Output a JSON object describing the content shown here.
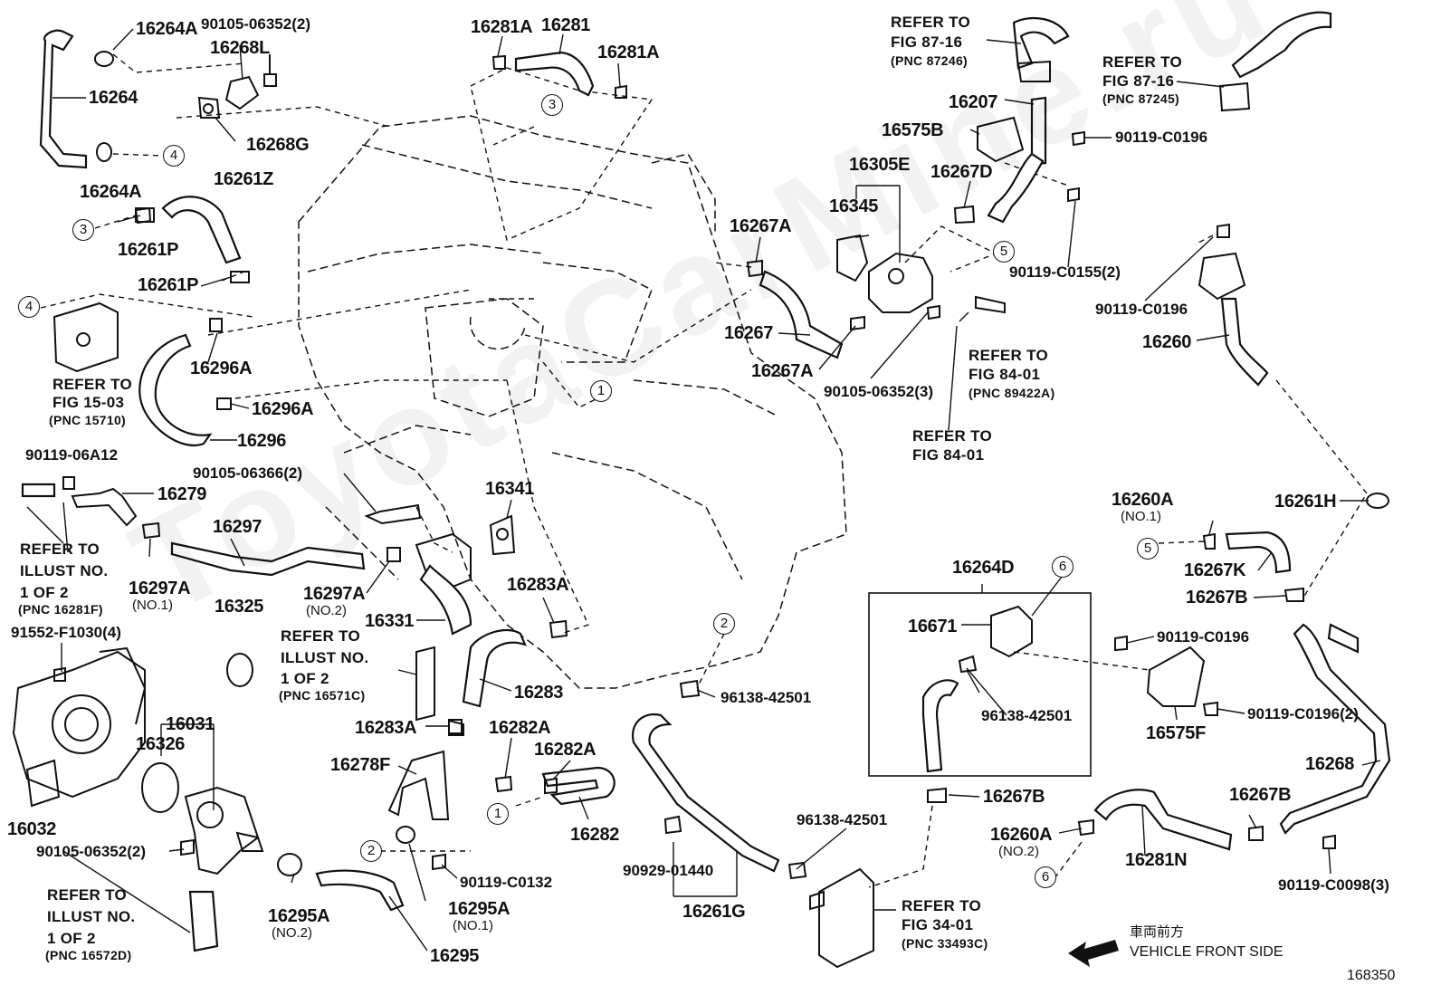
{
  "diagram": {
    "figure_number": "168350",
    "watermark": "ToyotaCarMine.ru"
  },
  "part_labels": {
    "p16264A_top": "16264A",
    "p90105_06352_2_top": "90105-06352(2)",
    "p16268L": "16268L",
    "p16264": "16264",
    "p16268G": "16268G",
    "p16264A_mid": "16264A",
    "p16261Z": "16261Z",
    "p16261P_a": "16261P",
    "p16261P_b": "16261P",
    "p16296A_a": "16296A",
    "p16296A_b": "16296A",
    "p16296": "16296",
    "p90105_06366_2": "90105-06366(2)",
    "p90119_06A12": "90119-06A12",
    "p16279": "16279",
    "p16297": "16297",
    "p16297A_1": "16297A",
    "p16297A_2": "16297A",
    "p16325": "16325",
    "p16331": "16331",
    "p16341": "16341",
    "p16283A_a": "16283A",
    "p16283": "16283",
    "p16283A_b": "16283A",
    "p16282A_a": "16282A",
    "p16282A_b": "16282A",
    "p16278F": "16278F",
    "p16282": "16282",
    "p91552_F1030_4": "91552-F1030(4)",
    "p16031": "16031",
    "p16326": "16326",
    "p16032": "16032",
    "p90105_06352_2_low": "90105-06352(2)",
    "p16295A_2": "16295A",
    "p16295A_1": "16295A",
    "p16295": "16295",
    "p90119_C0132": "90119-C0132",
    "p16281A_a": "16281A",
    "p16281": "16281",
    "p16281A_b": "16281A",
    "p16267A_a": "16267A",
    "p16267": "16267",
    "p16267A_b": "16267A",
    "p90105_06352_3": "90105-06352(3)",
    "p16345": "16345",
    "p16305E": "16305E",
    "p16267D": "16267D",
    "p16575B": "16575B",
    "p16207": "16207",
    "p90119_C0196_a": "90119-C0196",
    "p90119_C0155_2": "90119-C0155(2)",
    "p90119_C0196_b": "90119-C0196",
    "p16260": "16260",
    "p16261H": "16261H",
    "p16260A_1": "16260A",
    "p16267K": "16267K",
    "p16267B_a": "16267B",
    "p16264D": "16264D",
    "p16671": "16671",
    "p96138_42501_box": "96138-42501",
    "p90119_C0196_c": "90119-C0196",
    "p16575F": "16575F",
    "p90119_C0196_2": "90119-C0196(2)",
    "p16268": "16268",
    "p16267B_b": "16267B",
    "p16267B_c": "16267B",
    "p16260A_2": "16260A",
    "p16281N": "16281N",
    "p90119_C0098_3": "90119-C0098(3)",
    "p96138_42501_a": "96138-42501",
    "p96138_42501_b": "96138-42501",
    "p90929_01440": "90929-01440",
    "p16261G": "16261G"
  },
  "sub_labels": {
    "no1_16297A": "(NO.1)",
    "no2_16297A": "(NO.2)",
    "no2_16295A": "(NO.2)",
    "no1_16295A": "(NO.1)",
    "no1_16260A": "(NO.1)",
    "no2_16260A": "(NO.2)"
  },
  "references": {
    "fig15": {
      "line1": "REFER TO",
      "line2": "FIG 15-03",
      "pnc": "(PNC 15710)"
    },
    "illust_16281F": {
      "line1": "REFER TO",
      "line2": "ILLUST NO.",
      "line3": "1 OF 2",
      "pnc": "(PNC 16281F)"
    },
    "illust_16571C": {
      "line1": "REFER TO",
      "line2": "ILLUST NO.",
      "line3": "1 OF 2",
      "pnc": "(PNC 16571C)"
    },
    "illust_16572D": {
      "line1": "REFER TO",
      "line2": "ILLUST NO.",
      "line3": "1 OF 2",
      "pnc": "(PNC 16572D)"
    },
    "fig87_a": {
      "line1": "REFER TO",
      "line2": "FIG 87-16",
      "pnc": "(PNC 87246)"
    },
    "fig87_b": {
      "line1": "REFER TO",
      "line2": "FIG 87-16",
      "pnc": "(PNC 87245)"
    },
    "fig84_a": {
      "line1": "REFER TO",
      "line2": "FIG 84-01",
      "pnc": "(PNC 89422A)"
    },
    "fig84_b": {
      "line1": "REFER TO",
      "line2": "FIG 84-01"
    },
    "fig34": {
      "line1": "REFER TO",
      "line2": "FIG 34-01",
      "pnc": "(PNC 33493C)"
    }
  },
  "circle_refs": {
    "c4_top": "4",
    "c3_left": "3",
    "c4_left": "4",
    "c3_mid": "3",
    "c1_mid": "1",
    "c5_right": "5",
    "c5_low": "5",
    "c6_box": "6",
    "c2_mid": "2",
    "c1_low": "1",
    "c2_low": "2",
    "c6_low": "6"
  },
  "direction": {
    "japanese": "車両前方",
    "english": "VEHICLE FRONT SIDE"
  },
  "colors": {
    "ink": "#111111",
    "background": "#ffffff"
  }
}
